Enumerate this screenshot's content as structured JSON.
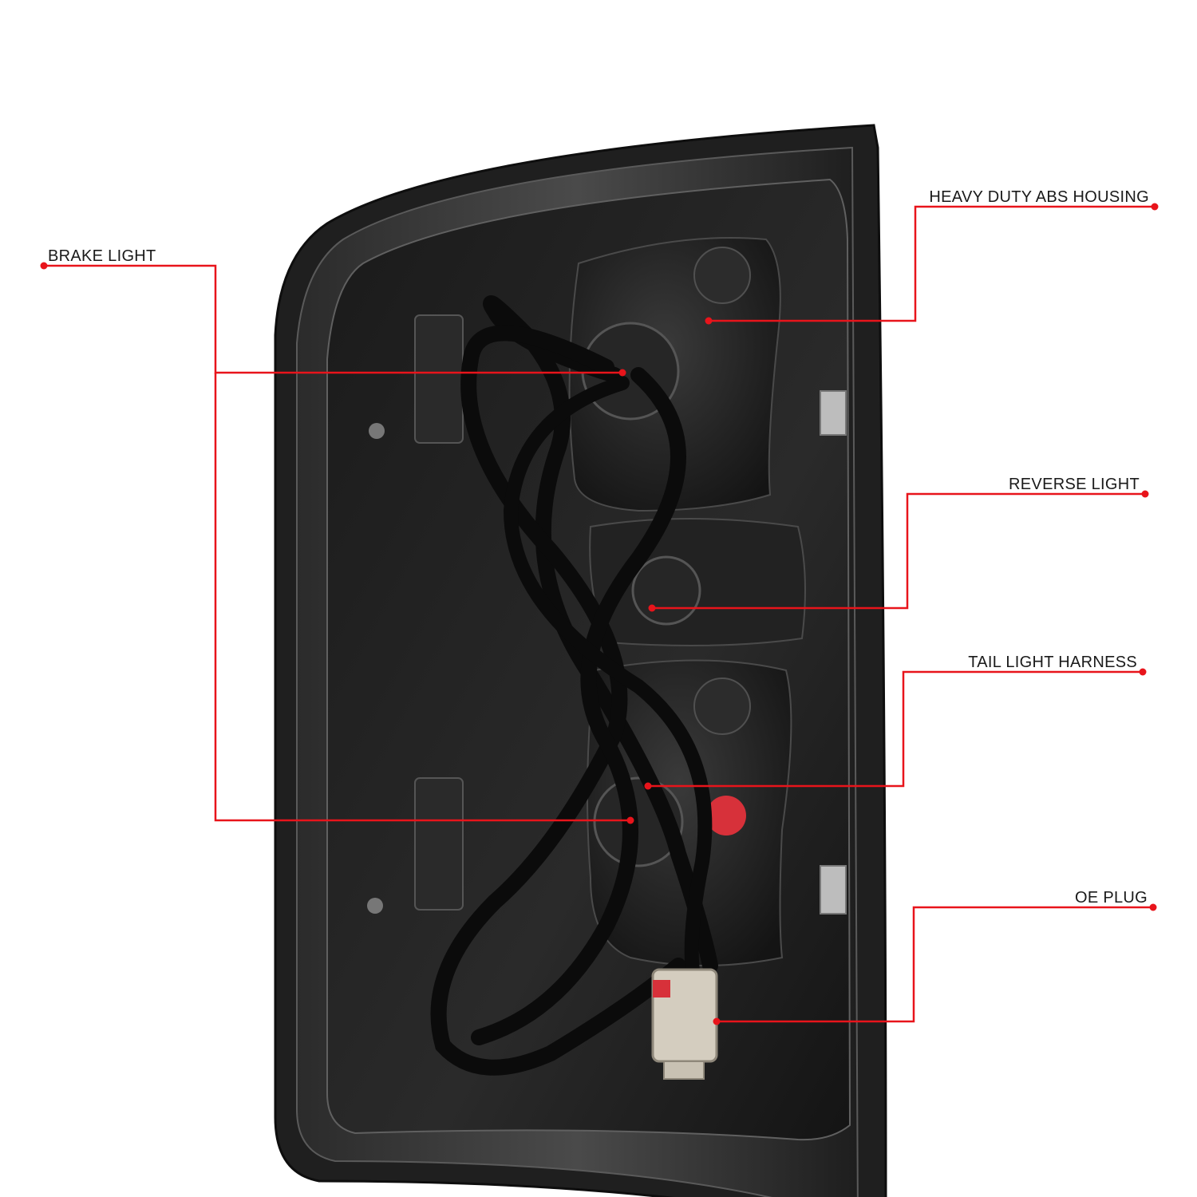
{
  "callouts": {
    "brake_light": "BRAKE LIGHT",
    "heavy_duty_abs_housing": "HEAVY DUTY ABS HOUSING",
    "reverse_light": "REVERSE LIGHT",
    "tail_light_harness": "TAIL LIGHT HARNESS",
    "oe_plug": "OE PLUG"
  },
  "colors": {
    "callout_line": "#e8141b",
    "label_text": "#1a1a1a",
    "housing": "#222222",
    "housing_rim": "#3a3a3a",
    "wire": "#0d0d0d",
    "plug": "#cfc8bb",
    "background": "#ffffff"
  }
}
